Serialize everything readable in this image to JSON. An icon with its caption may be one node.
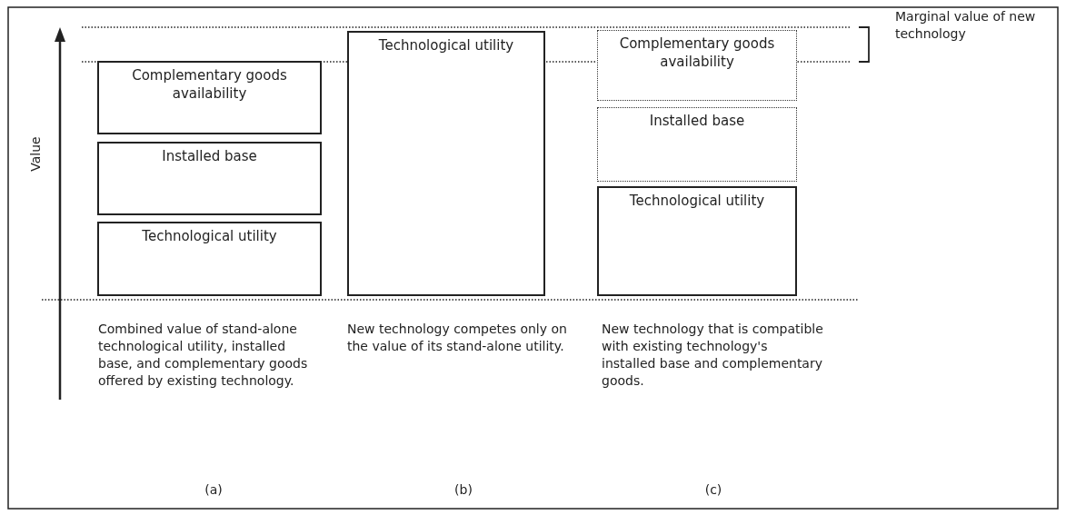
{
  "diagram": {
    "nodes": [
      {
        "text": [
          "Complementary goods availability"
        ]
      },
      {
        "text": [
          "Installed base"
        ]
      },
      {
        "text": [
          "Technological utility"
        ]
      },
      {
        "text": [
          "Technological utility"
        ]
      },
      {
        "text": [
          "Complementary goods availability"
        ]
      },
      {
        "text": [
          "Installed base"
        ]
      },
      {
        "text": [
          "Technological utility"
        ]
      }
    ],
    "labels": [
      "Value",
      "Marginal value of new technology",
      "Combined value of stand-alone technological utility, installed base, and complementary goods offered by existing technology.",
      "New technology competes only on the value of its stand-alone utility.",
      "New technology that is compatible with existing technology's installed base and complementary goods.",
      "(a)",
      "(b)",
      "(c)"
    ]
  }
}
